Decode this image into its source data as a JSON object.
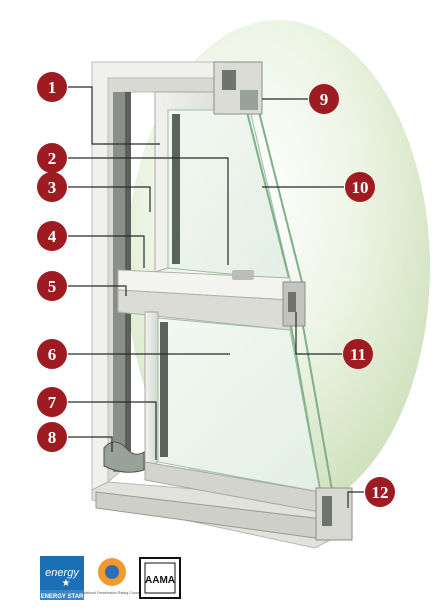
{
  "callouts": [
    {
      "number": "1"
    },
    {
      "number": "2"
    },
    {
      "number": "3"
    },
    {
      "number": "4"
    },
    {
      "number": "5"
    },
    {
      "number": "6"
    },
    {
      "number": "7"
    },
    {
      "number": "8"
    },
    {
      "number": "9"
    },
    {
      "number": "10"
    },
    {
      "number": "11"
    },
    {
      "number": "12"
    }
  ],
  "logos": {
    "energy_star": {
      "script": "energy",
      "caption": "ENERGY STAR"
    },
    "nfrc": {
      "caption": "National Fenestration Rating Council"
    },
    "aama": {
      "text": "AAMA"
    }
  },
  "colors": {
    "callout_fill": "#9e1b22",
    "background_glow": "#d9e8c8",
    "frame": "#e4e4df",
    "glass": "#cfe3d2"
  }
}
